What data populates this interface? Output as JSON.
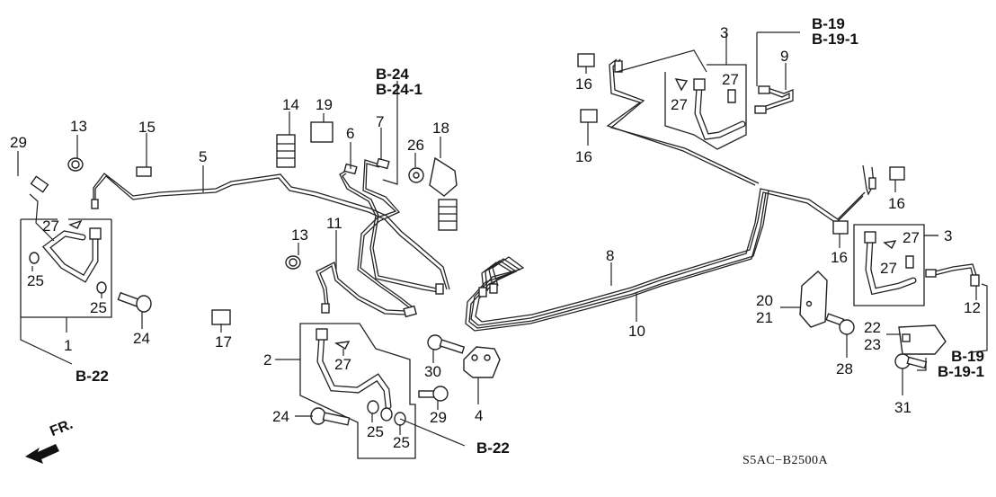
{
  "diagram": {
    "code": "S5AC−B2500A",
    "direction_indicator": "FR.",
    "refs": {
      "b22_left": "B-22",
      "b22_center": "B-22",
      "b24": [
        "B-24",
        "B-24-1"
      ],
      "b19_top": [
        "B-19",
        "B-19-1"
      ],
      "b19_bottom": [
        "B-19",
        "B-19-1"
      ]
    },
    "callouts": {
      "c1": "1",
      "c2": "2",
      "c3_top": "3",
      "c3_right": "3",
      "c4": "4",
      "c5": "5",
      "c6": "6",
      "c7": "7",
      "c8": "8",
      "c9": "9",
      "c10": "10",
      "c11": "11",
      "c12": "12",
      "c13_left": "13",
      "c13_center": "13",
      "c14": "14",
      "c15": "15",
      "c16_a": "16",
      "c16_b": "16",
      "c16_c": "16",
      "c16_d": "16",
      "c17": "17",
      "c18": "18",
      "c19": "19",
      "c20": "20",
      "c21": "21",
      "c22": "22",
      "c23": "23",
      "c24_left": "24",
      "c24_center": "24",
      "c25_a": "25",
      "c25_b": "25",
      "c25_c": "25",
      "c25_d": "25",
      "c26": "26",
      "c27_a": "27",
      "c27_b": "27",
      "c27_c": "27",
      "c27_d": "27",
      "c27_e": "27",
      "c27_f": "27",
      "c28": "28",
      "c29_left": "29",
      "c29_center": "29",
      "c30": "30",
      "c31": "31"
    }
  }
}
